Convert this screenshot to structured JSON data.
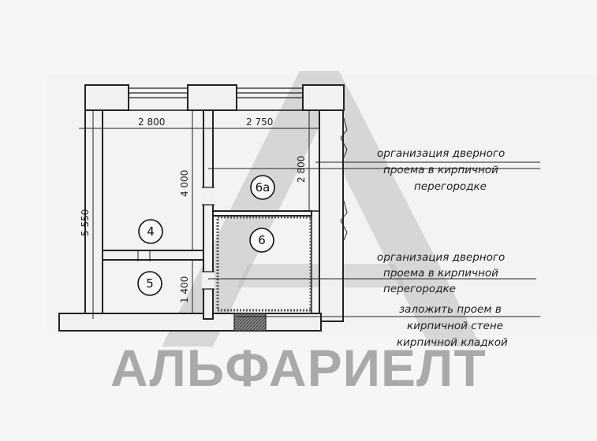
{
  "rooms": {
    "r4": "4",
    "r5": "5",
    "r6": "6",
    "r6a": "6а"
  },
  "dimensions": {
    "d2800_top": "2 800",
    "d2750_top": "2 750",
    "d5550_left": "5 550",
    "d4000": "4 000",
    "d2800_right": "2 800",
    "d1400": "1 400"
  },
  "annotations": {
    "note1": [
      "организация дверного",
      "проема в кирпичной",
      "перегородке"
    ],
    "note2": [
      "организация дверного",
      "проема в кирпичной",
      "перегородке"
    ],
    "note3": [
      "заложить проем в",
      "кирпичной стене",
      "кирпичной кладкой"
    ]
  },
  "watermark": {
    "text": "АЛЬФАРИЕЛТ"
  },
  "colors": {
    "ink": "#222222",
    "wall_fill": "#f1f1ef",
    "logo_grey": "#a9a9a9",
    "hatch": "#6d6d6d"
  }
}
